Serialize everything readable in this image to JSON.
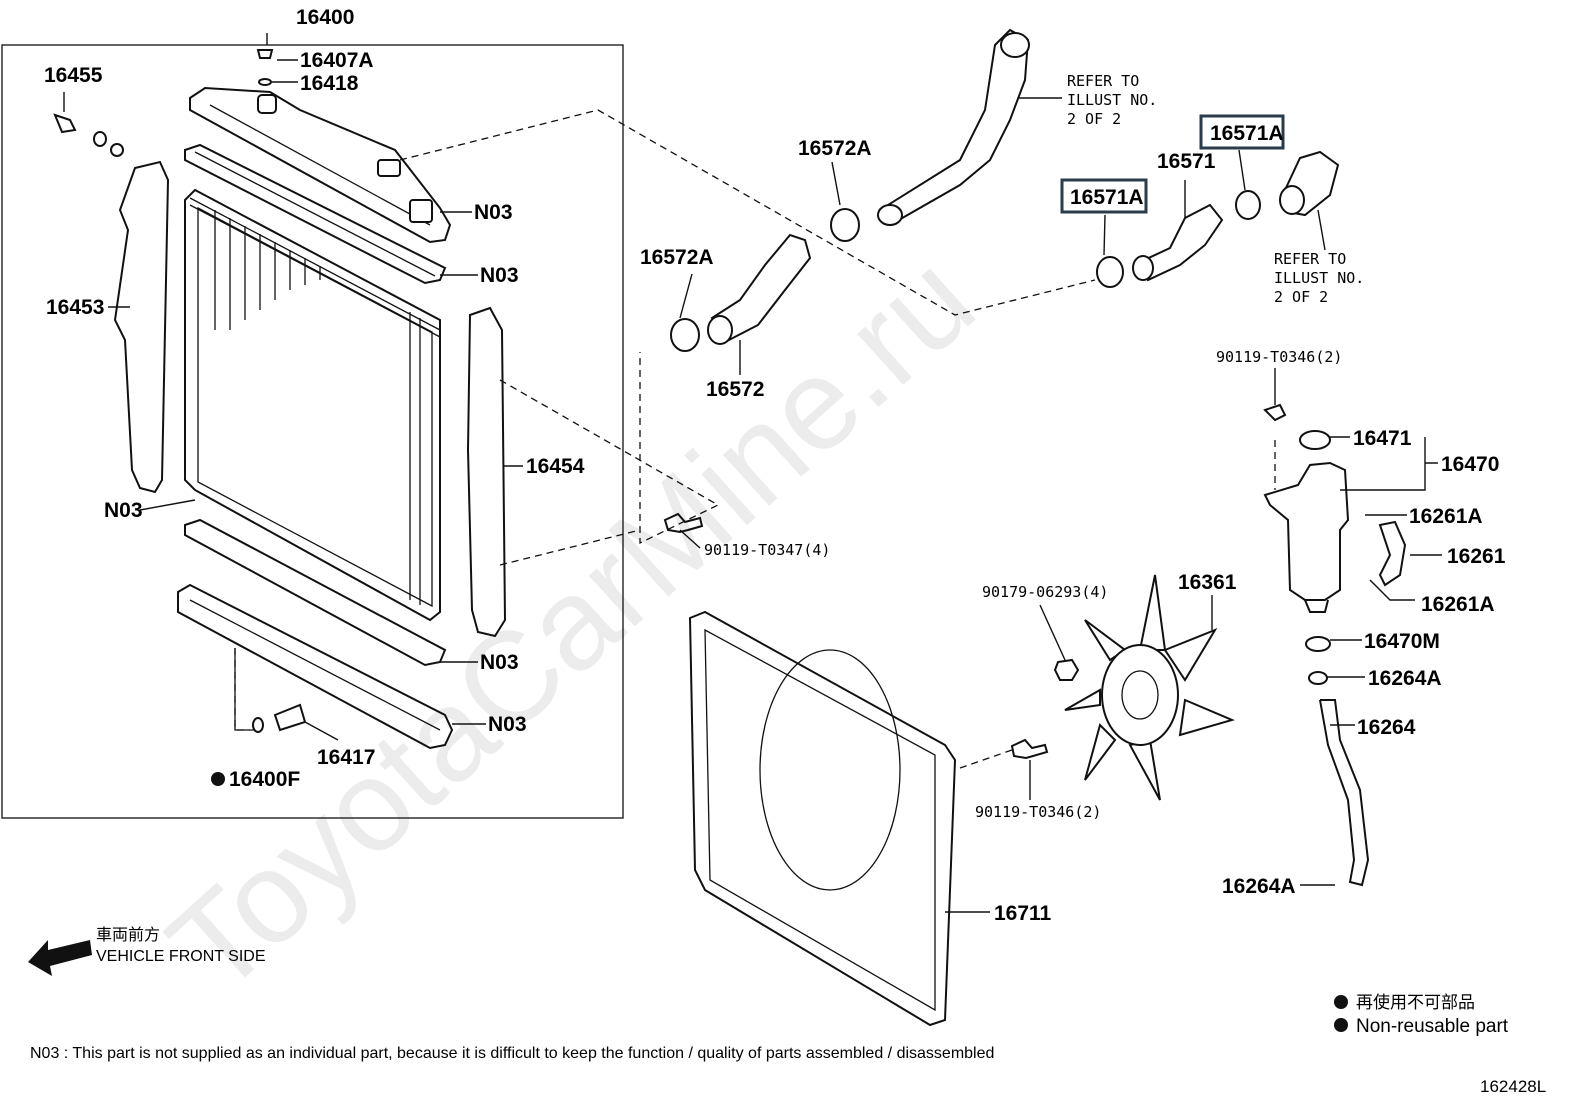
{
  "labels": {
    "p16400": "16400",
    "p16407A": "16407A",
    "p16418": "16418",
    "p16455": "16455",
    "p16453": "16453",
    "p16454": "16454",
    "p16417": "16417",
    "p16400F": "16400F",
    "n03_1": "N03",
    "n03_2": "N03",
    "n03_3": "N03",
    "n03_4": "N03",
    "n03_5": "N03",
    "p16572A_1": "16572A",
    "p16572A_2": "16572A",
    "p16572": "16572",
    "p16571A_1": "16571A",
    "p16571A_2": "16571A",
    "p16571": "16571",
    "p90119_T0347": "90119-T0347(4)",
    "p90119_T0346_1": "90119-T0346(2)",
    "p90119_T0346_2": "90119-T0346(2)",
    "p90179": "90179-06293(4)",
    "p16361": "16361",
    "p16711": "16711",
    "p16471": "16471",
    "p16470": "16470",
    "p16261A_1": "16261A",
    "p16261": "16261",
    "p16261A_2": "16261A",
    "p16470M": "16470M",
    "p16264A_1": "16264A",
    "p16264": "16264",
    "p16264A_2": "16264A"
  },
  "refer1": [
    "REFER TO",
    "ILLUST NO.",
    "2 OF 2"
  ],
  "refer2": [
    "REFER TO",
    "ILLUST NO.",
    "2 OF 2"
  ],
  "vehicle_front": {
    "jp": "車両前方",
    "en": "VEHICLE FRONT SIDE"
  },
  "legend": {
    "jp": "再使用不可部品",
    "en": "Non-reusable part"
  },
  "footnote": "N03 : This part is not supplied as an individual part, because it is difficult to keep the function / quality of parts assembled / disassembled",
  "illustration_no": "162428L",
  "watermark": "ToyotaCarMine.ru"
}
